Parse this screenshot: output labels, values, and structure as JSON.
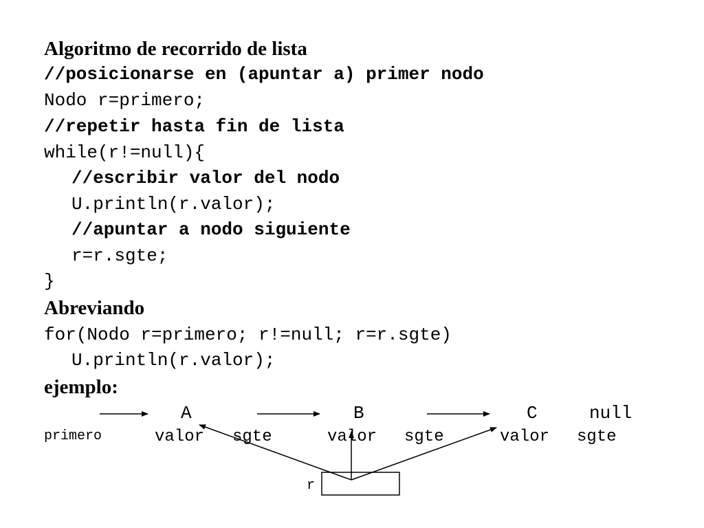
{
  "slide": {
    "title": "Algoritmo de recorrido de lista",
    "code_lines": [
      "//posicionarse en (apuntar a) primer nodo",
      "Nodo r=primero;",
      "//repetir hasta fin de lista",
      "while(r!=null){",
      "//escribir valor del nodo",
      "U.println(r.valor);",
      "//apuntar a nodo siguiente",
      "r=r.sgte;",
      "}"
    ],
    "subtitle": "Abreviando",
    "short_code": [
      "for(Nodo r=primero; r!=null; r=r.sgte)",
      "U.println(r.valor);"
    ],
    "example_label": "ejemplo:"
  },
  "diagram": {
    "nodes": [
      {
        "label": "A",
        "field1": "valor",
        "field2": "sgte"
      },
      {
        "label": "B",
        "field1": "valor",
        "field2": "sgte"
      },
      {
        "label": "C",
        "field1": "valor",
        "field2": "sgte"
      }
    ],
    "null_label": "null",
    "head_label": "primero",
    "pointer_label": "r"
  }
}
